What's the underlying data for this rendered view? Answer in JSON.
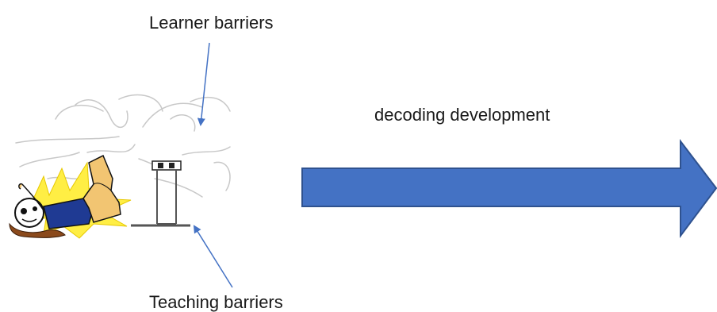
{
  "labels": {
    "learner_barriers": "Learner barriers",
    "teaching_barriers": "Teaching barriers",
    "decoding_development": "decoding development"
  },
  "colors": {
    "big_arrow_fill": "#4472c4",
    "big_arrow_stroke": "#2f528f",
    "pointer_arrow": "#4472c4",
    "wind_lines": "#c8c8c8",
    "burst": "#ffee44",
    "shirt": "#1f3a93",
    "skin": "#f2c572",
    "hair": "#8b4a1c"
  },
  "icons": {
    "clipart": "fallen-hurdler-icon"
  }
}
